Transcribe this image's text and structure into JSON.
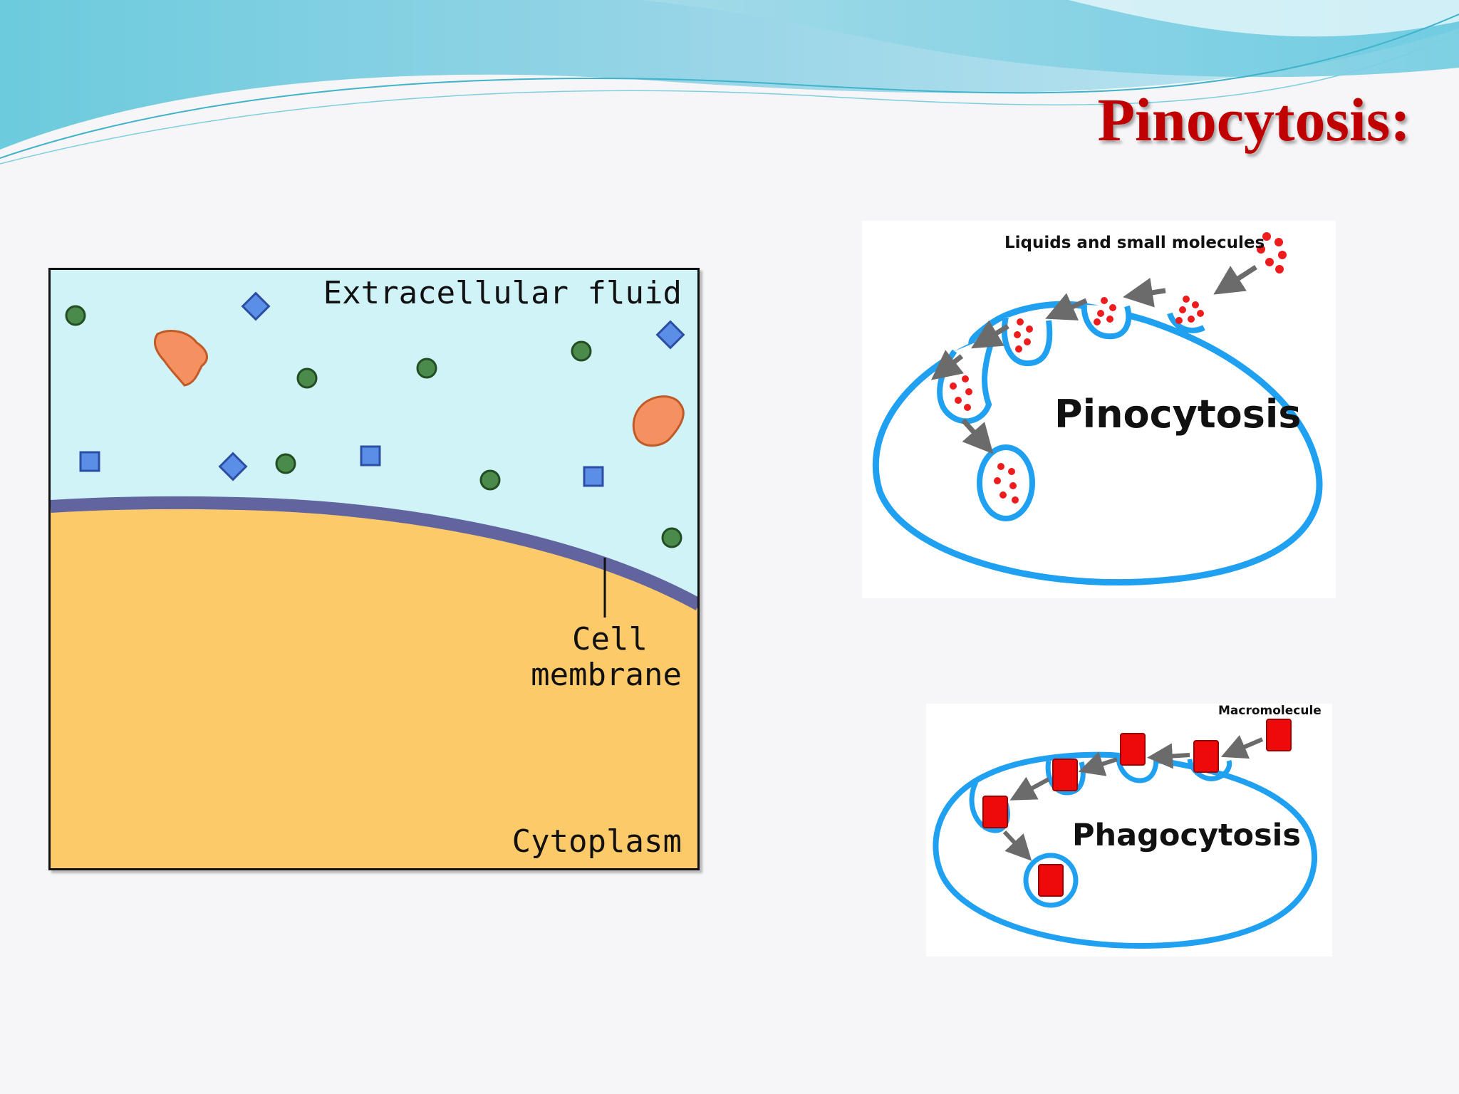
{
  "slide": {
    "title": "Pinocytosis:"
  },
  "membrane_panel": {
    "extracellular_label": "Extracellular fluid",
    "membrane_label_line1": "Cell",
    "membrane_label_line2": "membrane",
    "cytoplasm_label": "Cytoplasm",
    "colors": {
      "extracellular": "#cff3f7",
      "cytoplasm": "#fdca6a",
      "membrane": "#6264a0"
    }
  },
  "pinocytosis_diagram": {
    "label": "Pinocytosis",
    "molecules_label": "Liquids and small molecules",
    "colors": {
      "cell_outline": "#1fa0f0",
      "particles": "#ee1c1c",
      "arrows": "#6b6b6b"
    }
  },
  "phagocytosis_diagram": {
    "label": "Phagocytosis",
    "macromolecule_label": "Macromolecule",
    "colors": {
      "cell_outline": "#1fa0f0",
      "particles": "#ee0a0a",
      "arrows": "#6b6b6b"
    }
  }
}
